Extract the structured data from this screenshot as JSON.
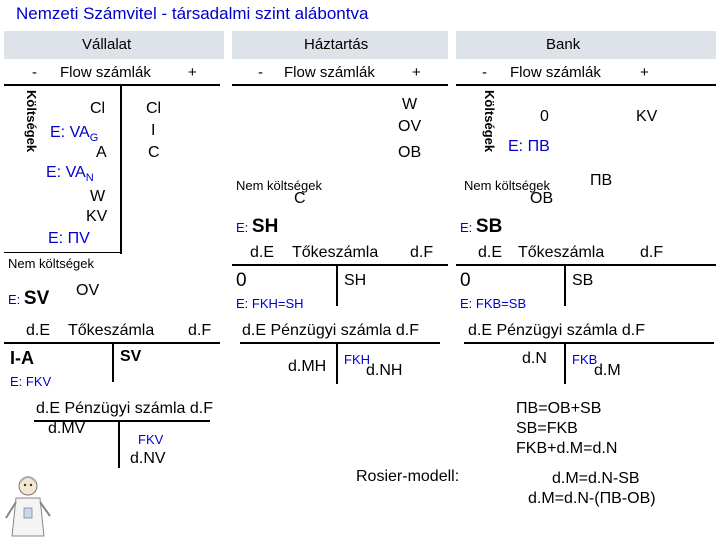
{
  "title": "Nemzeti Számvitel - társadalmi szint alábontva",
  "headers": {
    "vallalat": "Vállalat",
    "haztartas": "Háztartás",
    "bank": "Bank"
  },
  "flow": {
    "minus": "-",
    "label": "Flow számlák",
    "plus": "+"
  },
  "koltsegek": "Költségek",
  "vallalat": {
    "cl1": "Cl",
    "e_vag_prefix": "E: VA",
    "e_vag_sub": "G",
    "a": "A",
    "e_van_prefix": "E: VA",
    "e_van_sub": "N",
    "w": "W",
    "kv": "KV",
    "e_pv": "E: ΠV",
    "cl2": "Cl",
    "i": "I",
    "c": "C",
    "nem_koltsegek": "Nem költségek",
    "e_sv_prefix": "E: ",
    "e_sv": "SV",
    "ov": "OV",
    "de": "d.E",
    "tokeszamla": "Tőkeszámla",
    "df": "d.F",
    "ia": "I-A",
    "sv": "SV",
    "e_fkv": "E: FKV",
    "penzugyi": "d.E Pénzügyi számla d.F",
    "dmv": "d.MV",
    "fkv": "FKV",
    "dnv": "d.NV"
  },
  "haztartas": {
    "w": "W",
    "ov": "OV",
    "ob": "OB",
    "nem_koltsegek": "Nem költségek",
    "c": "C",
    "e_sh_prefix": "E: ",
    "e_sh": "SH",
    "de": "d.E",
    "tokeszamla": "Tőkeszámla",
    "df": "d.F",
    "zero": "0",
    "sh": "SH",
    "e_fkh": "E: FKH=SH",
    "penzugyi": "d.E Pénzügyi számla d.F",
    "dmh": "d.MH",
    "fkh": "FKH",
    "dnh": "d.NH"
  },
  "bank": {
    "zero_top": "0",
    "kv": "KV",
    "e_pb": "E: ΠB",
    "nem_koltsegek": "Nem költségek",
    "ob": "OB",
    "pb": "ΠB",
    "e_sb_prefix": "E: ",
    "e_sb": "SB",
    "de": "d.E",
    "tokeszamla": "Tőkeszámla",
    "df": "d.F",
    "zero": "0",
    "sb": "SB",
    "e_fkb": "E: FKB=SB",
    "penzugyi": "d.E Pénzügyi számla d.F",
    "dn": "d.N",
    "fkb": "FKB",
    "dm": "d.M"
  },
  "equations": [
    "ΠB=OB+SB",
    "SB=FKB",
    "FKB+d.M=d.N",
    "d.M=d.N-SB",
    "d.M=d.N-(ΠB-OB)"
  ],
  "rosier": "Rosier-modell:",
  "colors": {
    "band": "#dde3e8",
    "accent": "#0000cc"
  }
}
